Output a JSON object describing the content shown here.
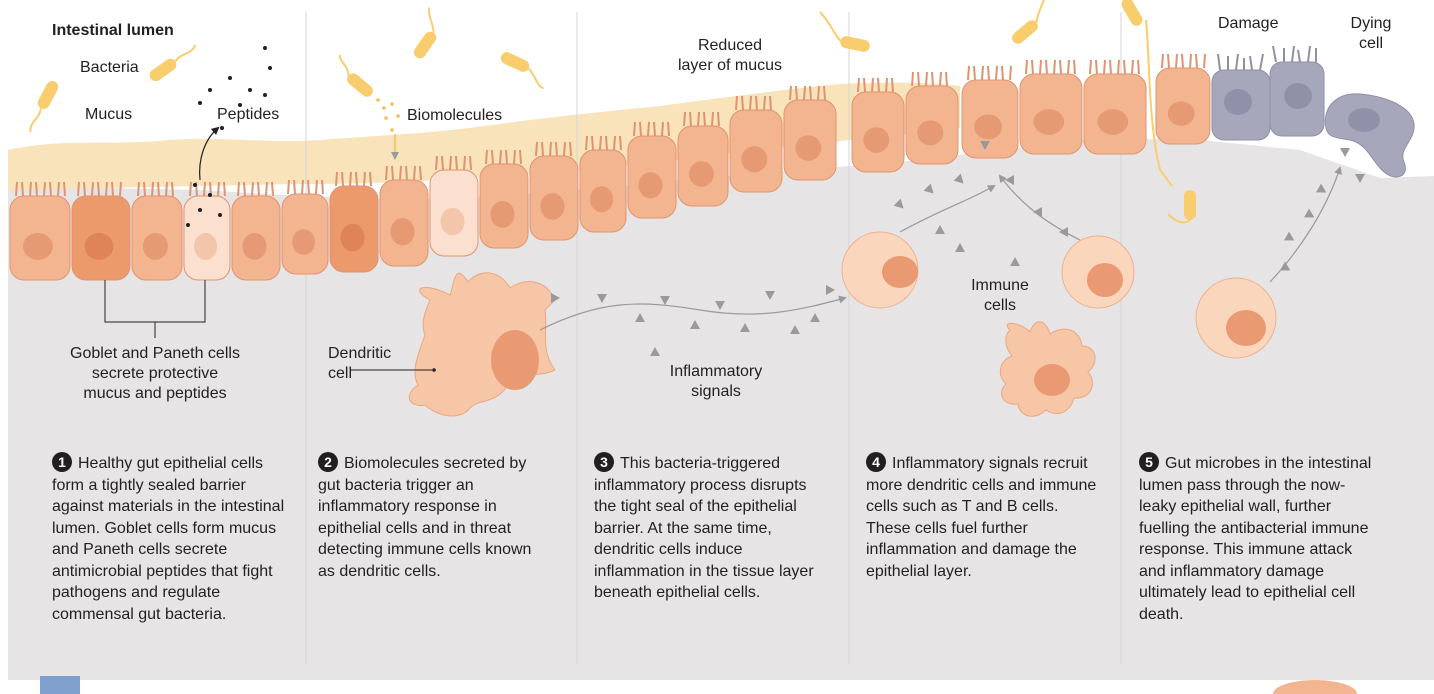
{
  "labels": {
    "intestinal_lumen": "Intestinal lumen",
    "bacteria": "Bacteria",
    "mucus": "Mucus",
    "peptides": "Peptides",
    "biomolecules": "Biomolecules",
    "reduced_mucus_line1": "Reduced",
    "reduced_mucus_line2": "layer of mucus",
    "damage": "Damage",
    "dying_cell_line1": "Dying",
    "dying_cell_line2": "cell",
    "goblet_line1": "Goblet and Paneth cells",
    "goblet_line2": "secrete protective",
    "goblet_line3": "mucus and peptides",
    "dendritic_line1": "Dendritic",
    "dendritic_line2": "cell",
    "inflammatory_line1": "Inflammatory",
    "inflammatory_line2": "signals",
    "immune_line1": "Immune",
    "immune_line2": "cells"
  },
  "steps": [
    {
      "number": "1",
      "text": "Healthy gut epithelial cells form a tightly sealed barrier against materials in the intestinal lumen. Goblet cells form mucus and Paneth cells secrete antimicrobial peptides that fight pathogens and regulate commensal gut bacteria."
    },
    {
      "number": "2",
      "text": "Biomolecules secreted by gut bacteria trigger an inflammatory response in epithelial cells and in threat detecting immune cells known as dendritic cells."
    },
    {
      "number": "3",
      "text": "This bacteria-triggered inflammatory process disrupts the tight seal of the epithelial barrier. At the same time, dendritic cells induce inflammation in the tissue layer beneath epithelial cells."
    },
    {
      "number": "4",
      "text": "Inflammatory signals recruit more dendritic cells and immune cells such as T and B cells. These cells fuel further inflammation and damage the epithelial layer."
    },
    {
      "number": "5",
      "text": "Gut microbes in the intestinal lumen pass through the now-leaky epithelial wall, further fuelling the antibacterial immune response. This immune attack and inflammatory damage ultimately lead to epithelial cell death."
    }
  ],
  "colors": {
    "tissue_bg": "#e6e4e5",
    "mucus": "#f8e3bb",
    "cell_fill": "#f3b590",
    "cell_stroke": "#e09370",
    "nucleus": "#e69a73",
    "goblet_fill": "#ec9a6c",
    "paneth_fill": "#fbe0cf",
    "damaged_fill": "#a7a7bc",
    "bacteria": "#f9cd6e",
    "signal": "#9a9a9a",
    "accent_square": "#7f9fcd"
  }
}
